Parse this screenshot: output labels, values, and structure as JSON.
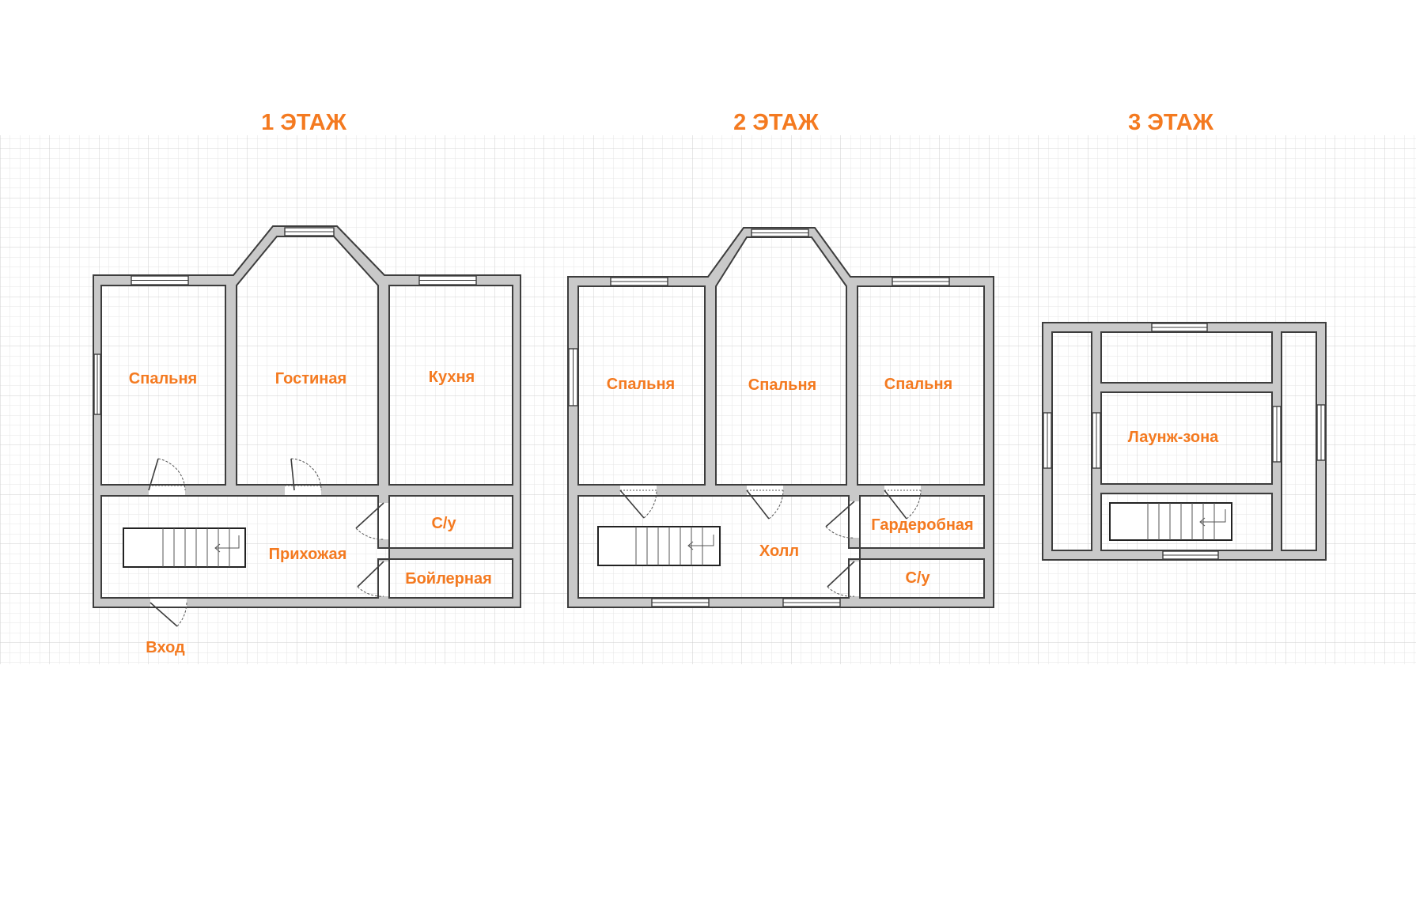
{
  "accent_color": "#f47a20",
  "floors": [
    {
      "id": "floor-1",
      "title": "1 ЭТАЖ",
      "rooms": [
        {
          "name": "bedroom",
          "label": "Спальня"
        },
        {
          "name": "living-room",
          "label": "Гостиная"
        },
        {
          "name": "kitchen",
          "label": "Кухня"
        },
        {
          "name": "bathroom",
          "label": "С/у"
        },
        {
          "name": "hallway",
          "label": "Прихожая"
        },
        {
          "name": "boiler-room",
          "label": "Бойлерная"
        }
      ],
      "entrance_label": "Вход"
    },
    {
      "id": "floor-2",
      "title": "2 ЭТАЖ",
      "rooms": [
        {
          "name": "bedroom-left",
          "label": "Спальня"
        },
        {
          "name": "bedroom-center",
          "label": "Спальня"
        },
        {
          "name": "bedroom-right",
          "label": "Спальня"
        },
        {
          "name": "wardrobe",
          "label": "Гардеробная"
        },
        {
          "name": "hall",
          "label": "Холл"
        },
        {
          "name": "bathroom",
          "label": "С/у"
        }
      ]
    },
    {
      "id": "floor-3",
      "title": "3 ЭТАЖ",
      "rooms": [
        {
          "name": "lounge",
          "label": "Лаунж-зона"
        }
      ]
    }
  ]
}
